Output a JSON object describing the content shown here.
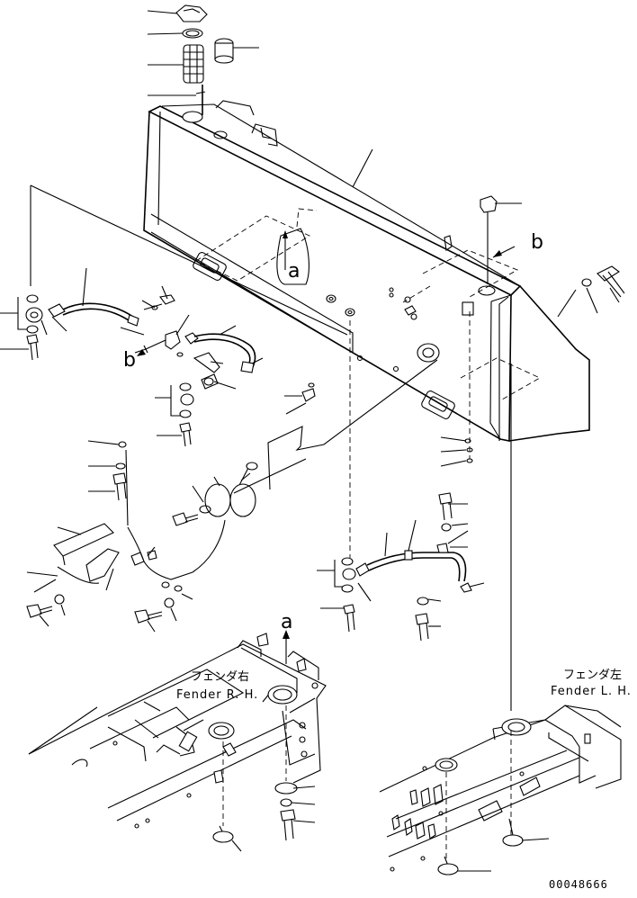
{
  "labels": {
    "view_a_upper": "a",
    "view_a_lower": "a",
    "view_b_upper": "b",
    "view_b_left": "b",
    "fender_rh_jp": "フェンダ右",
    "fender_rh_en": "Fender R. H.",
    "fender_lh_jp": "フェンダ左",
    "fender_lh_en": "Fender L. H.",
    "drawing_number": "00048666"
  }
}
